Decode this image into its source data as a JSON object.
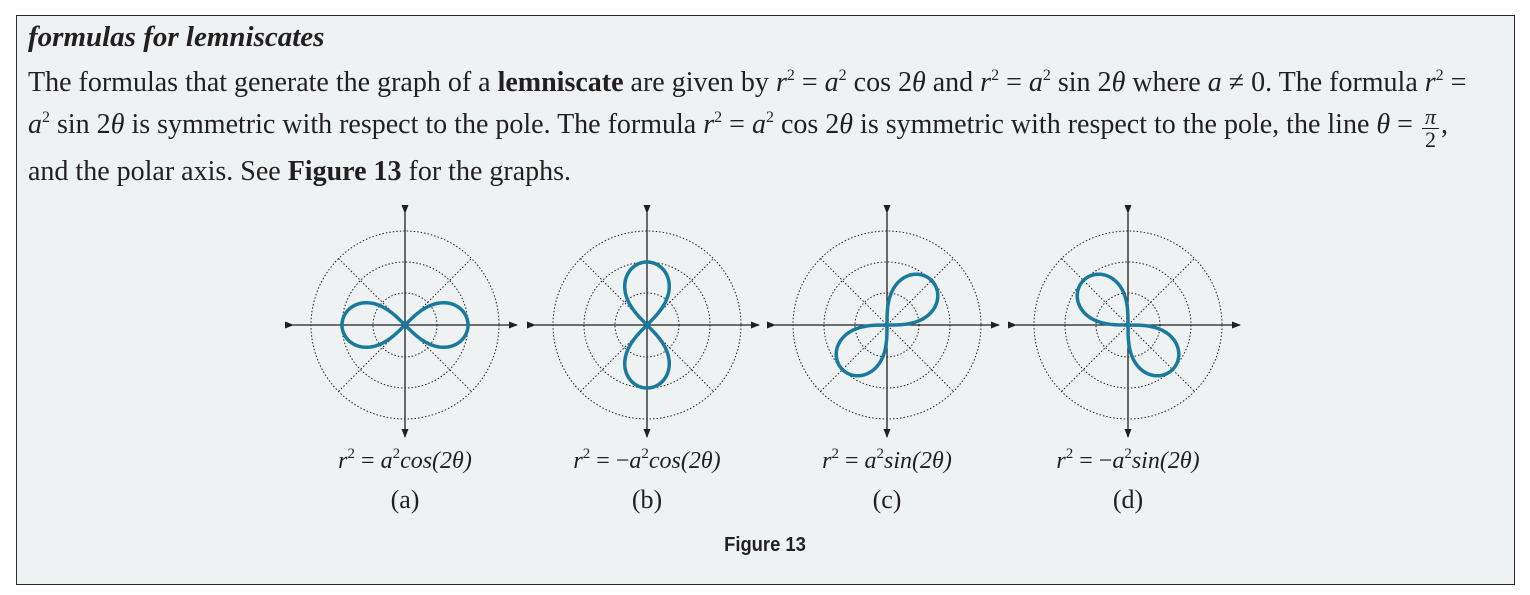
{
  "heading": "formulas for lemniscates",
  "paragraph": {
    "p1": "The formulas that generate the graph of a ",
    "term": "lemniscate",
    "p2": " are given by ",
    "r": "r",
    "sq": "2",
    "eq": " = ",
    "a": "a",
    "cos2t": " cos 2",
    "sin2t": " sin 2",
    "theta": "θ",
    "and": " and ",
    "where": " where ",
    "neq": " ≠ 0. The formula ",
    "sym_pole": " is symmetric with respect to the pole. The formula ",
    "sym_resp": " is symmetric with respect to the pole, the line ",
    "pi": "π",
    "two": "2",
    "axis": ", and the polar axis. See ",
    "figref": "Figure 13",
    "end": " for the graphs."
  },
  "graphs": [
    {
      "caption_lhs": "r",
      "caption_rhs_sign": "",
      "caption_fn": "cos(2θ)",
      "label": "(a)",
      "orientation": "horizontal",
      "color": "#1a7a9c"
    },
    {
      "caption_lhs": "r",
      "caption_rhs_sign": "−",
      "caption_fn": "cos(2θ)",
      "label": "(b)",
      "orientation": "vertical",
      "color": "#1a7a9c"
    },
    {
      "caption_lhs": "r",
      "caption_rhs_sign": "",
      "caption_fn": "sin(2θ)",
      "label": "(c)",
      "orientation": "diagonal-up",
      "color": "#1a7a9c"
    },
    {
      "caption_lhs": "r",
      "caption_rhs_sign": "−",
      "caption_fn": "sin(2θ)",
      "label": "(d)",
      "orientation": "diagonal-down",
      "color": "#1a7a9c"
    }
  ],
  "caption_parts": {
    "sq": "2",
    "eq": " = ",
    "a": "a"
  },
  "figure_label": "Figure 13"
}
